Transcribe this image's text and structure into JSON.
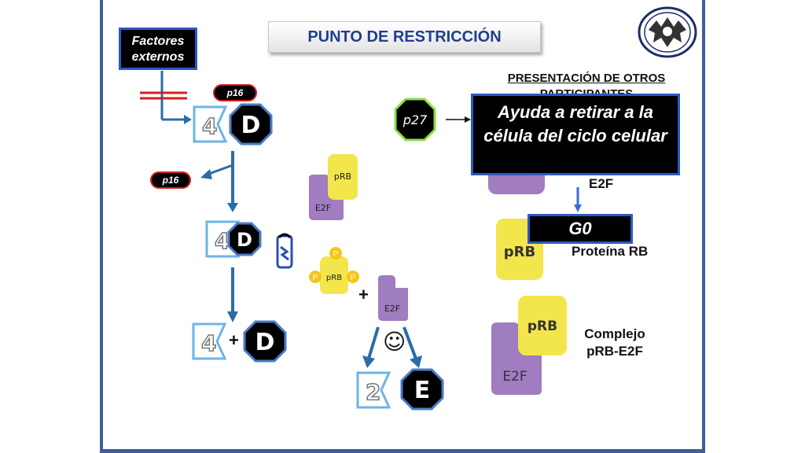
{
  "title": "PUNTO DE RESTRICCIÓN",
  "external_factors": "Factores externos",
  "p16_top": "p16",
  "p16_mid": "p16",
  "p27": "p27",
  "presentation": "PRESENTACIÓN DE OTROS PARTICIPANTES",
  "tooltip": "Ayuda a retirar a la célula del ciclo celular",
  "e2f_label": "E2F",
  "g0": "G0",
  "protein_rb_label": "Proteína RB",
  "complex_label_line1": "Complejo",
  "complex_label_line2": "pRB-E2F",
  "cdk4": "4",
  "cdk2": "2",
  "cyclin_d": "D",
  "cyclin_e": "E",
  "prb": "pRB",
  "e2f": "E2F",
  "p": "P",
  "plus": "+",
  "smiley": "☺",
  "colors": {
    "slide_border": "#3f5f9c",
    "title_text": "#1f3f8f",
    "arrow_blue": "#2a6ca8",
    "prb_yellow": "#f3e54c",
    "e2f_purple": "#a07cc0",
    "cdk_blue": "#6db4e6",
    "cyclin_border": "#4a7cc8",
    "p16_red": "#d42020"
  }
}
